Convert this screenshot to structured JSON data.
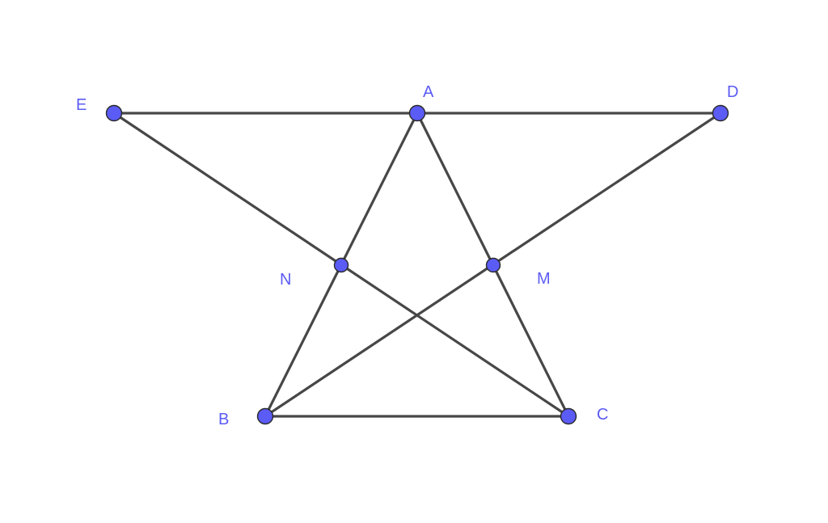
{
  "figure": {
    "colors": {
      "background": "#ffffff",
      "segment": "#474747",
      "point_fill": "#5b5bf5",
      "label": "#5b5bf5"
    },
    "points": [
      {
        "id": "E",
        "label": "E"
      },
      {
        "id": "A",
        "label": "A"
      },
      {
        "id": "D",
        "label": "D"
      },
      {
        "id": "N",
        "label": "N"
      },
      {
        "id": "M",
        "label": "M"
      },
      {
        "id": "B",
        "label": "B"
      },
      {
        "id": "C",
        "label": "C"
      }
    ],
    "segments": [
      {
        "from": "E",
        "to": "D"
      },
      {
        "from": "E",
        "to": "C"
      },
      {
        "from": "D",
        "to": "B"
      },
      {
        "from": "A",
        "to": "B"
      },
      {
        "from": "A",
        "to": "C"
      },
      {
        "from": "B",
        "to": "C"
      }
    ]
  }
}
